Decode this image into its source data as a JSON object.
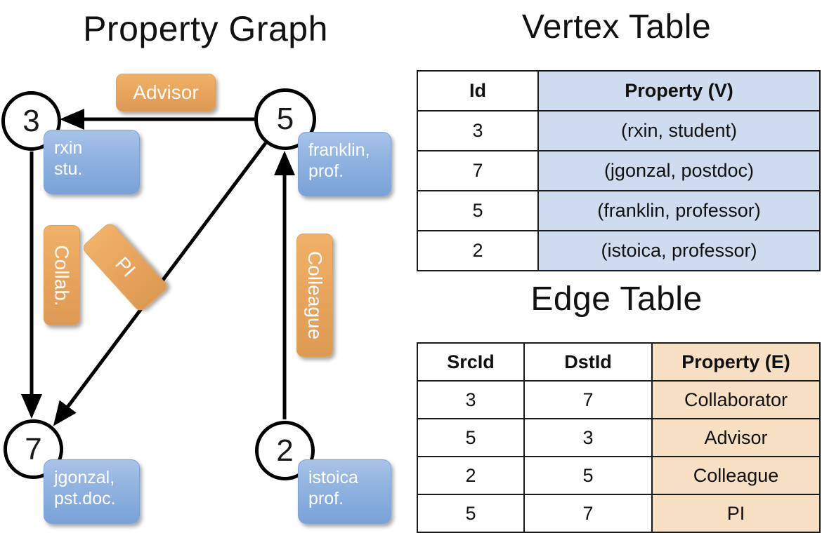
{
  "panels": {
    "graph_title": "Property Graph",
    "vertex_title": "Vertex Table",
    "edge_title": "Edge Table"
  },
  "graph": {
    "vertices": [
      {
        "id": "3",
        "property": "rxin\nstu."
      },
      {
        "id": "5",
        "property": "franklin,\nprof."
      },
      {
        "id": "7",
        "property": "jgonzal,\npst.doc."
      },
      {
        "id": "2",
        "property": "istoica\nprof."
      }
    ],
    "vertex_labels": {
      "v3": "3",
      "v5": "5",
      "v7": "7",
      "v2": "2"
    },
    "property_boxes": {
      "rxin_line1": "rxin",
      "rxin_line2": "stu.",
      "franklin_line1": "franklin,",
      "franklin_line2": "prof.",
      "jgonzal_line1": "jgonzal,",
      "jgonzal_line2": "pst.doc.",
      "istoica_line1": "istoica",
      "istoica_line2": "prof."
    },
    "edge_labels": {
      "advisor": "Advisor",
      "collab": "Collab.",
      "pi": "PI",
      "colleague": "Colleague"
    },
    "edges": [
      {
        "src": "5",
        "dst": "3",
        "label": "Advisor"
      },
      {
        "src": "3",
        "dst": "7",
        "label": "Collab."
      },
      {
        "src": "5",
        "dst": "7",
        "label": "PI"
      },
      {
        "src": "2",
        "dst": "5",
        "label": "Colleague"
      }
    ]
  },
  "vertex_table": {
    "headers": [
      "Id",
      "Property (V)"
    ],
    "rows": [
      {
        "id": "3",
        "property": "(rxin, student)"
      },
      {
        "id": "7",
        "property": "(jgonzal, postdoc)"
      },
      {
        "id": "5",
        "property": "(franklin, professor)"
      },
      {
        "id": "2",
        "property": "(istoica, professor)"
      }
    ]
  },
  "edge_table": {
    "headers": [
      "SrcId",
      "DstId",
      "Property (E)"
    ],
    "rows": [
      {
        "src": "3",
        "dst": "7",
        "property": "Collaborator"
      },
      {
        "src": "5",
        "dst": "3",
        "property": "Advisor"
      },
      {
        "src": "2",
        "dst": "5",
        "property": "Colleague"
      },
      {
        "src": "5",
        "dst": "7",
        "property": "PI"
      }
    ]
  },
  "colors": {
    "vertex_property_fill": "#8fb2e0",
    "edge_label_fill": "#e8a45c",
    "vertex_table_property_fill": "#cfdcef",
    "edge_table_property_fill": "#f7dfc4",
    "stroke": "#000000",
    "background": "#ffffff"
  }
}
